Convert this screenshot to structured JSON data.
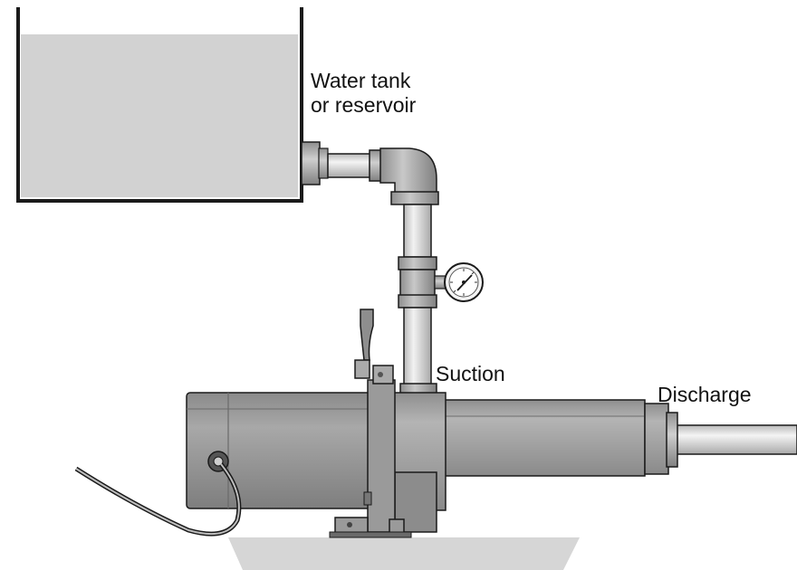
{
  "labels": {
    "tank_line1": "Water tank",
    "tank_line2": "or reservoir",
    "suction": "Suction",
    "discharge": "Discharge"
  },
  "colors": {
    "outline": "#1a1a1a",
    "tank_water": "#d2d2d2",
    "pipe": "#e2e2e2",
    "pump_body": "#a4a4a4",
    "floor": "#d6d6d6"
  }
}
